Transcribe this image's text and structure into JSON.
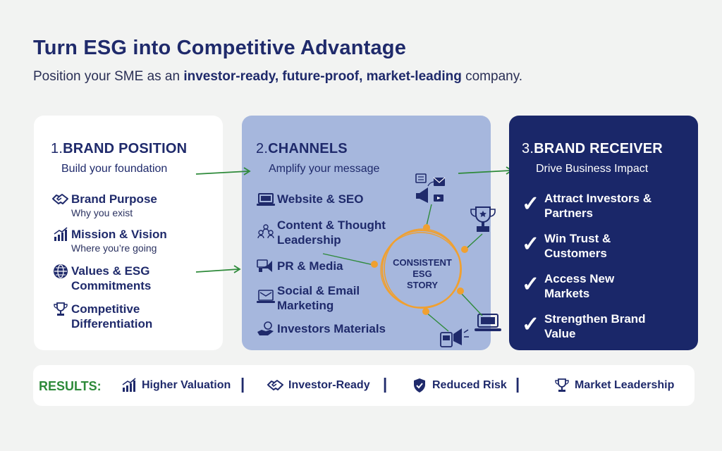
{
  "header": {
    "title": "Turn ESG into Competitive Advantage",
    "subtitle_pre": "Position your SME as an ",
    "subtitle_bold": "investor-ready, future-proof, market-leading",
    "subtitle_post": " company."
  },
  "brand_position": {
    "num": "1.",
    "title": "BRAND POSITION",
    "subtitle": "Build your foundation",
    "items": [
      {
        "icon": "handshake-icon",
        "title": "Brand Purpose",
        "desc": "Why you exist"
      },
      {
        "icon": "growth-chart-icon",
        "title": "Mission & Vision",
        "desc": "Where you’re going"
      },
      {
        "icon": "globe-icon",
        "title": "Values & ESG Commitments",
        "desc": ""
      },
      {
        "icon": "trophy-icon",
        "title": "Competitive Differentiation",
        "desc": ""
      }
    ]
  },
  "channels": {
    "num": "2.",
    "title": "CHANNELS",
    "subtitle": "Amplify your message",
    "items": [
      {
        "icon": "laptop-icon",
        "title": "Website & SEO"
      },
      {
        "icon": "people-network-icon",
        "title": "Content & Thought Leadership"
      },
      {
        "icon": "megaphone-icon",
        "title": "PR & Media"
      },
      {
        "icon": "email-icon",
        "title": "Social & Email Marketing"
      },
      {
        "icon": "investor-hand-icon",
        "title": "Investors Materials"
      }
    ],
    "center": {
      "line1": "CONSISTENT",
      "line2": "ESG",
      "line3": "STORY"
    }
  },
  "brand_receiver": {
    "num": "3.",
    "title": "BRAND RECEIVER",
    "subtitle": "Drive Business Impact",
    "items": [
      {
        "icon": "check-icon",
        "title": "Attract Investors & Partners"
      },
      {
        "icon": "check-icon",
        "title": "Win Trust & Customers"
      },
      {
        "icon": "check-icon",
        "title": "Access New Markets"
      },
      {
        "icon": "check-icon",
        "title": "Strengthen Brand Value"
      }
    ]
  },
  "results": {
    "label": "RESULTS:",
    "items": [
      {
        "icon": "growth-chart-icon",
        "label": "Higher Valuation"
      },
      {
        "icon": "handshake-icon",
        "label": "Investor-Ready"
      },
      {
        "icon": "shield-hand-icon",
        "label": "Reduced Risk"
      },
      {
        "icon": "trophy-icon",
        "label": "Market Leadership"
      }
    ]
  },
  "colors": {
    "navy": "#1a2769",
    "periwinkle": "#a6b7dd",
    "accent_orange": "#f0a030",
    "arrow_green": "#2e8a3a"
  }
}
